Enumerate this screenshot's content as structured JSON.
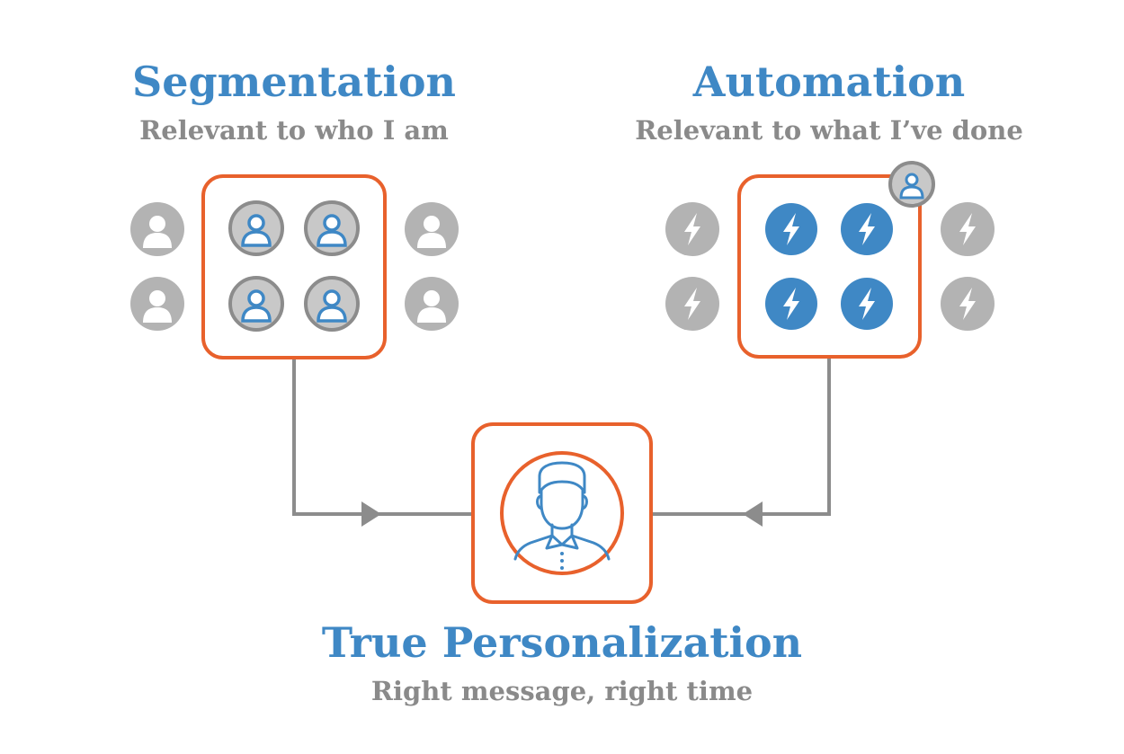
{
  "segmentation": {
    "title": "Segmentation",
    "subtitle": "Relevant to who I am",
    "icon": "person-icon"
  },
  "automation": {
    "title": "Automation",
    "subtitle": "Relevant to what I’ve done",
    "icon": "lightning-icon",
    "badge_icon": "person-badge-icon"
  },
  "result": {
    "title": "True Personalization",
    "subtitle": "Right message, right time",
    "icon": "man-portrait-icon"
  },
  "colors": {
    "blue": "#3f88c5",
    "orange": "#e8612c",
    "gray": "#b3b3b3",
    "dark_gray": "#8c8c8c",
    "subtitle_gray": "#8a8a8a"
  }
}
